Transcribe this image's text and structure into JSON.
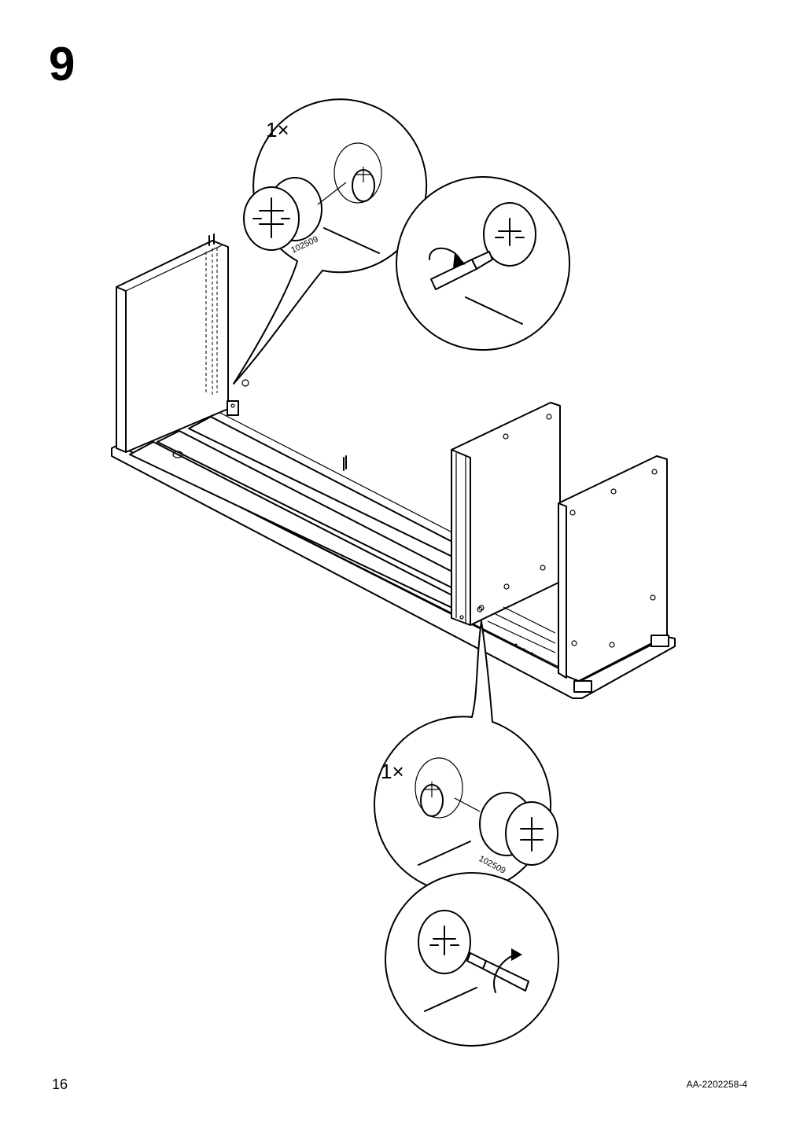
{
  "step": {
    "number": "9"
  },
  "callouts": [
    {
      "id": "top",
      "quantity": "1×",
      "part_number": "102509"
    },
    {
      "id": "bottom",
      "quantity": "1×",
      "part_number": "102509"
    }
  ],
  "icons": [
    "cam-lock-fitting-icon",
    "dowel-icon",
    "screwdriver-icon",
    "rotation-arrow-icon"
  ],
  "footer": {
    "page_number": "16",
    "doc_code": "AA-2202258-4"
  }
}
